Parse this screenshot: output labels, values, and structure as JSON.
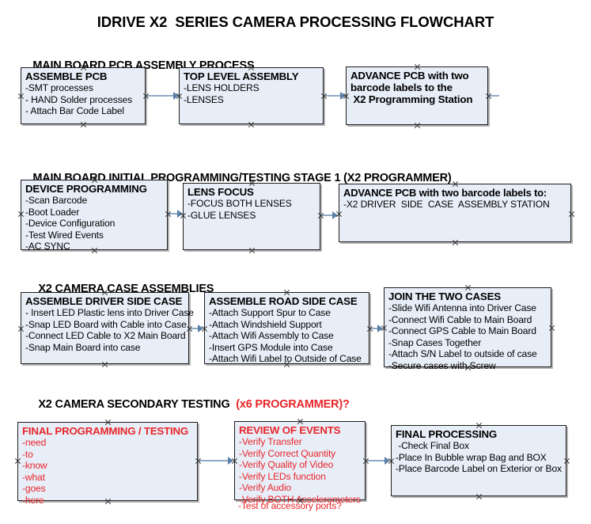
{
  "document": {
    "title": "IDRIVE X2  SERIES CAMERA PROCESSING FLOWCHART"
  },
  "accent_colors": {
    "red": "#e8262a",
    "box_fill": "#e8eef8",
    "box_border": "#1c1c1c",
    "connector": "#8fa9c4",
    "arrow_head": "#5a7fa8",
    "text": "#000000"
  },
  "sections": [
    {
      "id": "main-board-pcb-assembly-process",
      "heading": "MAIN BOARD PCB ASSEMBLY PROCESS",
      "heading_accent": "",
      "nodes": [
        {
          "id": "assemble-pcb",
          "title": "ASSEMBLE PCB",
          "lines": [
            "-SMT processes",
            "- HAND Solder processes",
            "- Attach Bar Code Label"
          ]
        },
        {
          "id": "top-level-assembly",
          "title": "TOP LEVEL ASSEMBLY",
          "lines": [
            "-LENS HOLDERS",
            "-LENSES"
          ]
        },
        {
          "id": "advance-pcb-to-x2-programming-station",
          "title": "ADVANCE PCB with two",
          "lines": [
            "barcode labels to the",
            " X2 Programming Station"
          ]
        }
      ]
    },
    {
      "id": "main-board-initial-programming",
      "heading": "MAIN BOARD INITIAL PROGRAMMING/TESTING STAGE 1 (X2 PROGRAMMER)",
      "heading_accent": "",
      "nodes": [
        {
          "id": "device-programming",
          "title": "DEVICE PROGRAMMING",
          "lines": [
            "-Scan Barcode",
            "-Boot Loader",
            "-Device Configuration",
            "-Test Wired Events",
            "-AC SYNC"
          ]
        },
        {
          "id": "lens-focus",
          "title": "LENS FOCUS",
          "lines": [
            "-FOCUS BOTH LENSES",
            "-GLUE LENSES"
          ]
        },
        {
          "id": "advance-pcb-to-driver-side-case-assembly",
          "title": "ADVANCE PCB with two barcode labels to:",
          "lines": [
            "-X2 DRIVER  SIDE  CASE  ASSEMBLY STATION"
          ]
        }
      ]
    },
    {
      "id": "x2-camera-case-assemblies",
      "heading": "X2 CAMERA CASE ASSEMBLIES",
      "heading_accent": "",
      "nodes": [
        {
          "id": "assemble-driver-side-case",
          "title": "ASSEMBLE DRIVER SIDE CASE",
          "lines": [
            "- Insert LED Plastic lens into Driver Case",
            "-Snap LED Board with Cable into Case",
            "-Connect LED Cable to X2 Main Board",
            "-Snap Main Board into case"
          ]
        },
        {
          "id": "assemble-road-side-case",
          "title": "ASSEMBLE ROAD SIDE CASE",
          "lines": [
            "-Attach Support Spur to Case",
            "-Attach Windshield Support",
            "-Attach Wifi Assembly to Case",
            "-Insert GPS Module into Case",
            "-Attach Wifi Label to Outside of Case"
          ]
        },
        {
          "id": "join-the-two-cases",
          "title": "JOIN THE TWO CASES",
          "lines": [
            "-Slide Wifi Antenna into Driver Case",
            "-Connect Wifi Cable to Main Board",
            "-Connect GPS Cable to Main Board",
            "-Snap Cases Together",
            "-Attach S/N Label to outside of case",
            "-Secure cases with Screw"
          ]
        }
      ]
    },
    {
      "id": "x2-camera-secondary-testing",
      "heading": "X2 CAMERA SECONDARY TESTING  ",
      "heading_accent": "(x6 PROGRAMMER)?",
      "nodes": [
        {
          "id": "final-programming-testing",
          "title": "FINAL PROGRAMMING / TESTING",
          "lines": [
            "-need",
            "-to",
            "-know",
            "-what",
            "-goes",
            "-here"
          ]
        },
        {
          "id": "review-of-events",
          "title": "REVIEW OF EVENTS",
          "lines": [
            "-Verify Transfer",
            "-Verify Correct Quantity",
            "-Verify Quality of Video",
            "-Verify LEDs function",
            "-Verify Audio",
            "-Verify BOTH Accelerometers"
          ],
          "overflow_line": "-Test of accessory ports?"
        },
        {
          "id": "final-processing",
          "title": "FINAL PROCESSING",
          "lines": [
            " -Check Final Box",
            "-Place In Bubble wrap Bag and BOX",
            "-Place Barcode Label on Exterior or Box"
          ]
        }
      ]
    }
  ]
}
